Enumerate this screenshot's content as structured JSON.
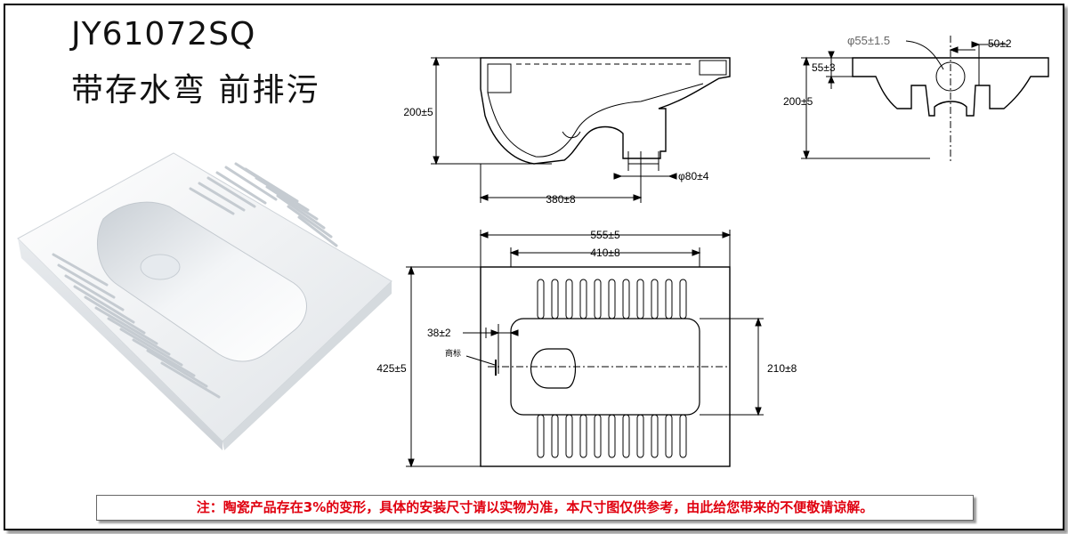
{
  "header": {
    "model": "JY61072SQ",
    "subtitle": "带存水弯 前排污"
  },
  "side_view": {
    "height": "200±5",
    "length": "380±8",
    "outlet_diameter": "φ80±4"
  },
  "front_view": {
    "inlet_diameter": "φ55±1.5",
    "rim_thickness": "55±3",
    "inlet_offset": "50±2",
    "height": "200±5"
  },
  "top_view": {
    "overall_width": "555±5",
    "inner_width": "410±8",
    "overall_depth": "425±5",
    "bowl_depth": "210±8",
    "logo_offset": "38±2",
    "logo_label": "商标"
  },
  "footer": {
    "note": "注：陶瓷产品存在3%的变形，具体的安装尺寸请以实物为准，本尺寸图仅供参考，由此给您带来的不便敬请谅解。"
  },
  "colors": {
    "note_text": "#e0000f",
    "outline": "#000000",
    "ceramic": "#f4f6f8"
  }
}
